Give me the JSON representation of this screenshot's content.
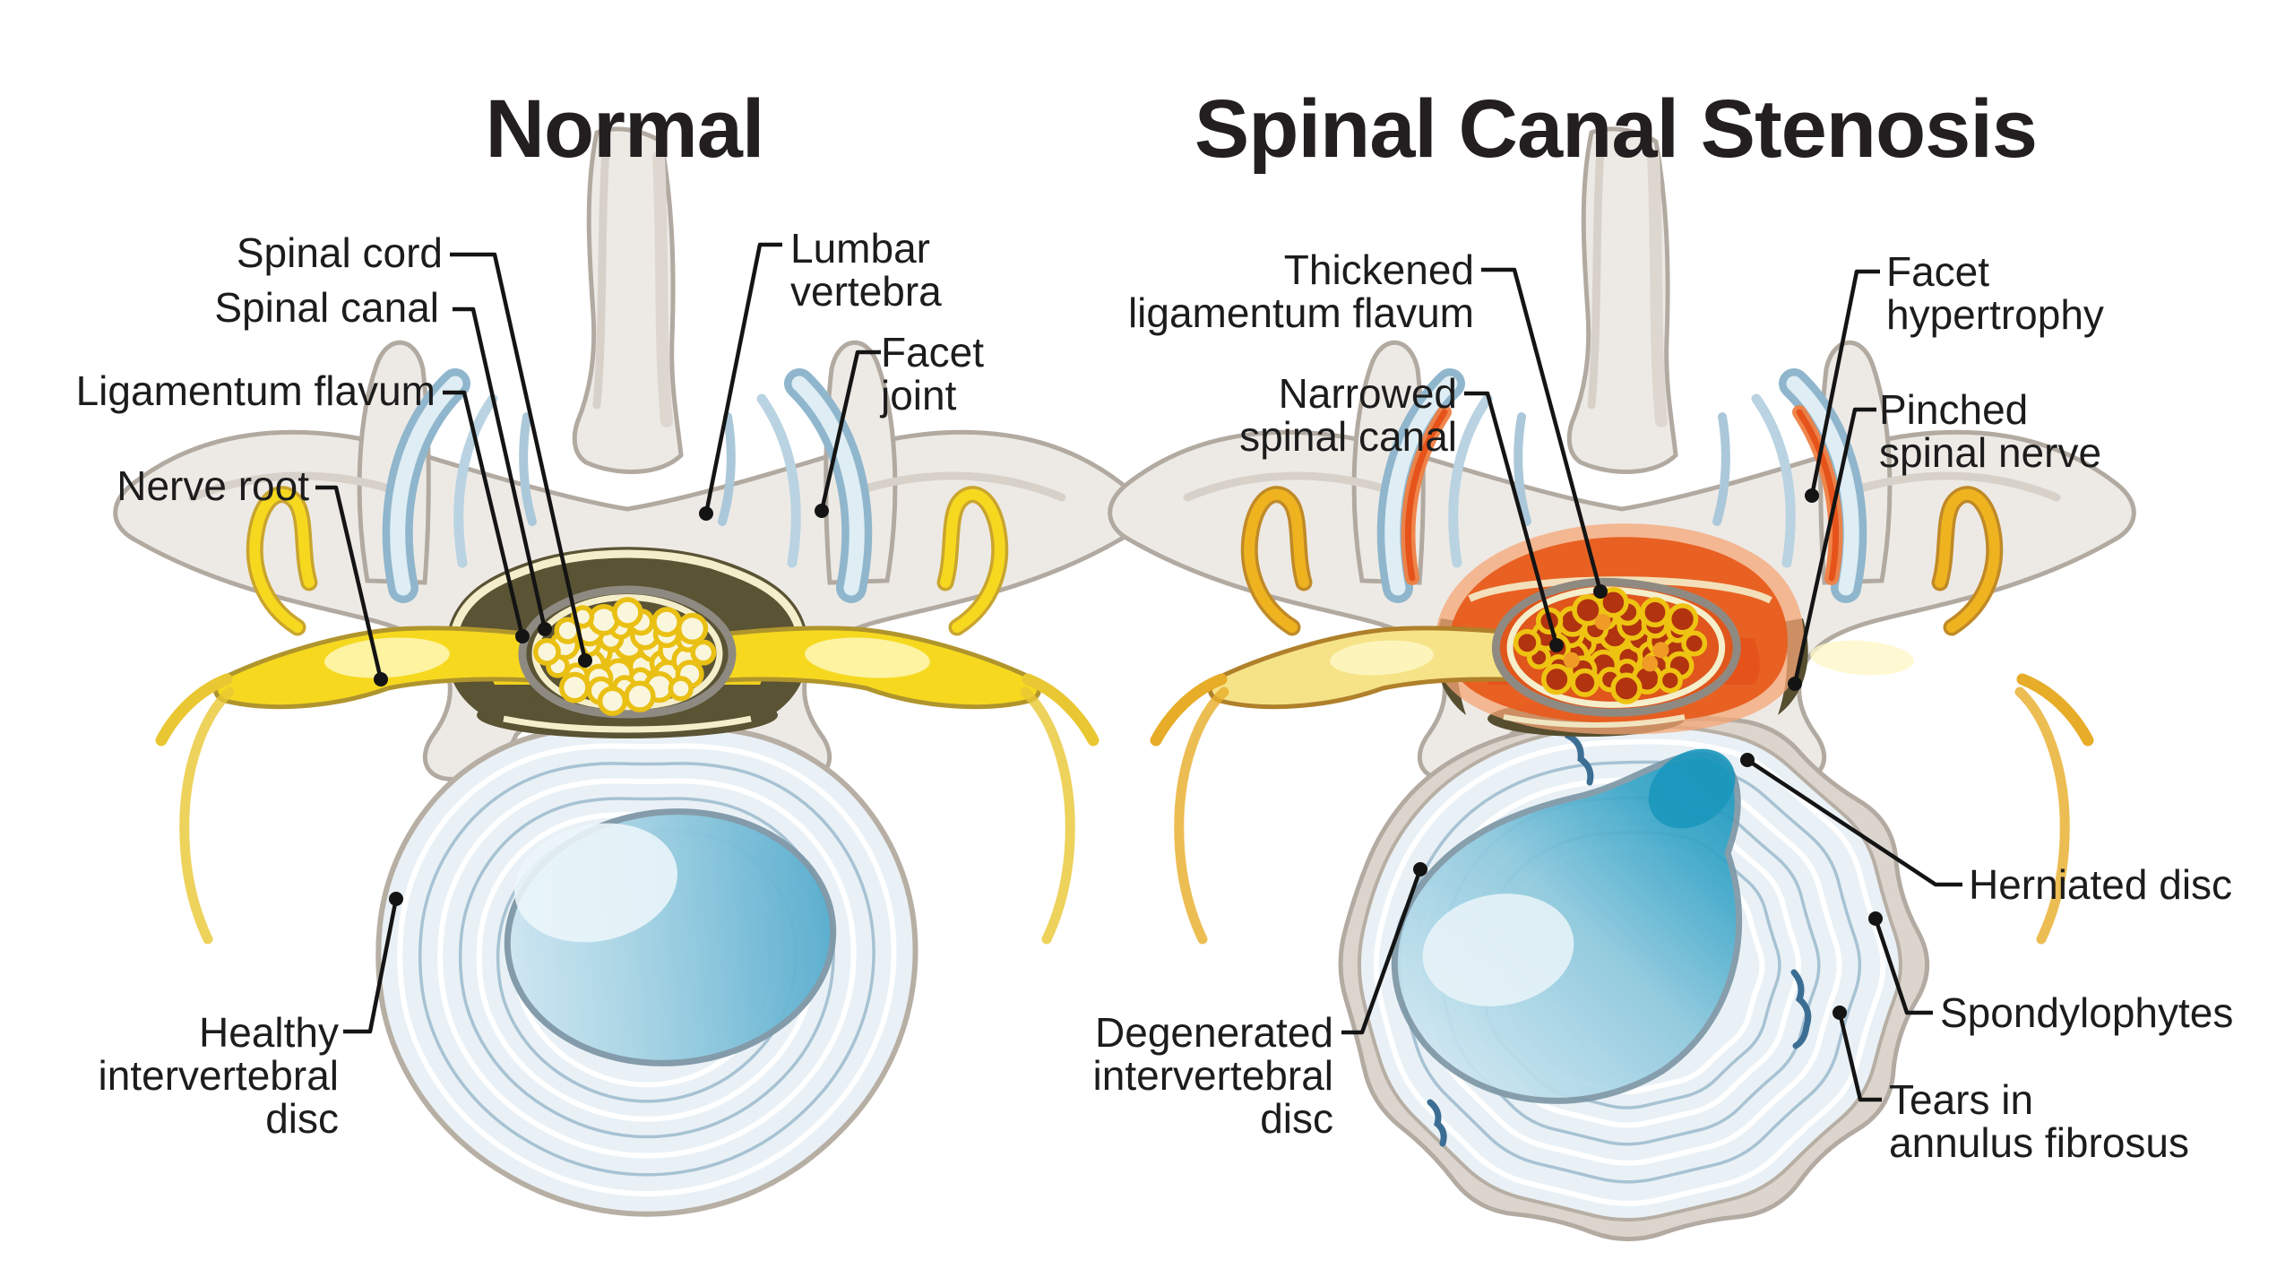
{
  "titles": {
    "left": "Normal",
    "right": "Spinal Canal Stenosis"
  },
  "labels": {
    "spinal_cord": "Spinal cord",
    "spinal_canal": "Spinal canal",
    "ligamentum_flavum": "Ligamentum flavum",
    "nerve_root": "Nerve root",
    "lumbar_vertebra": "Lumbar\nvertebra",
    "facet_joint": "Facet\njoint",
    "healthy_disc": "Healthy\nintervertebral\ndisc",
    "thickened_ligamentum_flavum": "Thickened\nligamentum flavum",
    "narrowed_spinal_canal": "Narrowed\nspinal canal",
    "facet_hypertrophy": "Facet\nhypertrophy",
    "pinched_spinal_nerve": "Pinched\nspinal nerve",
    "herniated_disc": "Herniated disc",
    "spondylophytes": "Spondylophytes",
    "tears_annulus": "Tears in\nannulus fibrosus",
    "degenerated_disc": "Degenerated\nintervertebral\ndisc"
  },
  "colors": {
    "bone": "#edeae6",
    "bone_outline": "#b2aaa1",
    "bone_shading": "#d7d1ca",
    "cartilage_blue": "#8fb6cc",
    "cartilage_light": "#dfedf4",
    "canal_olive": "#5a5334",
    "ligament_cream": "#f4eecb",
    "nerve_yellow": "#f6d91f",
    "nerve_outline": "#b0952d",
    "inflamed_orange": "#ef7f42",
    "inflamed_red": "#e5531b",
    "disc_pale_blue": "#e9f1f6",
    "disc_ring_blue": "#a7c2d3",
    "nucleus_blue": "#55acce",
    "nucleus_teal": "#1b97bd",
    "fascicle_gold": "#e9c013",
    "fascicle_core_cream": "#faf6dc",
    "fascicle_core_red": "#b23310",
    "leader_line": "#141414"
  }
}
